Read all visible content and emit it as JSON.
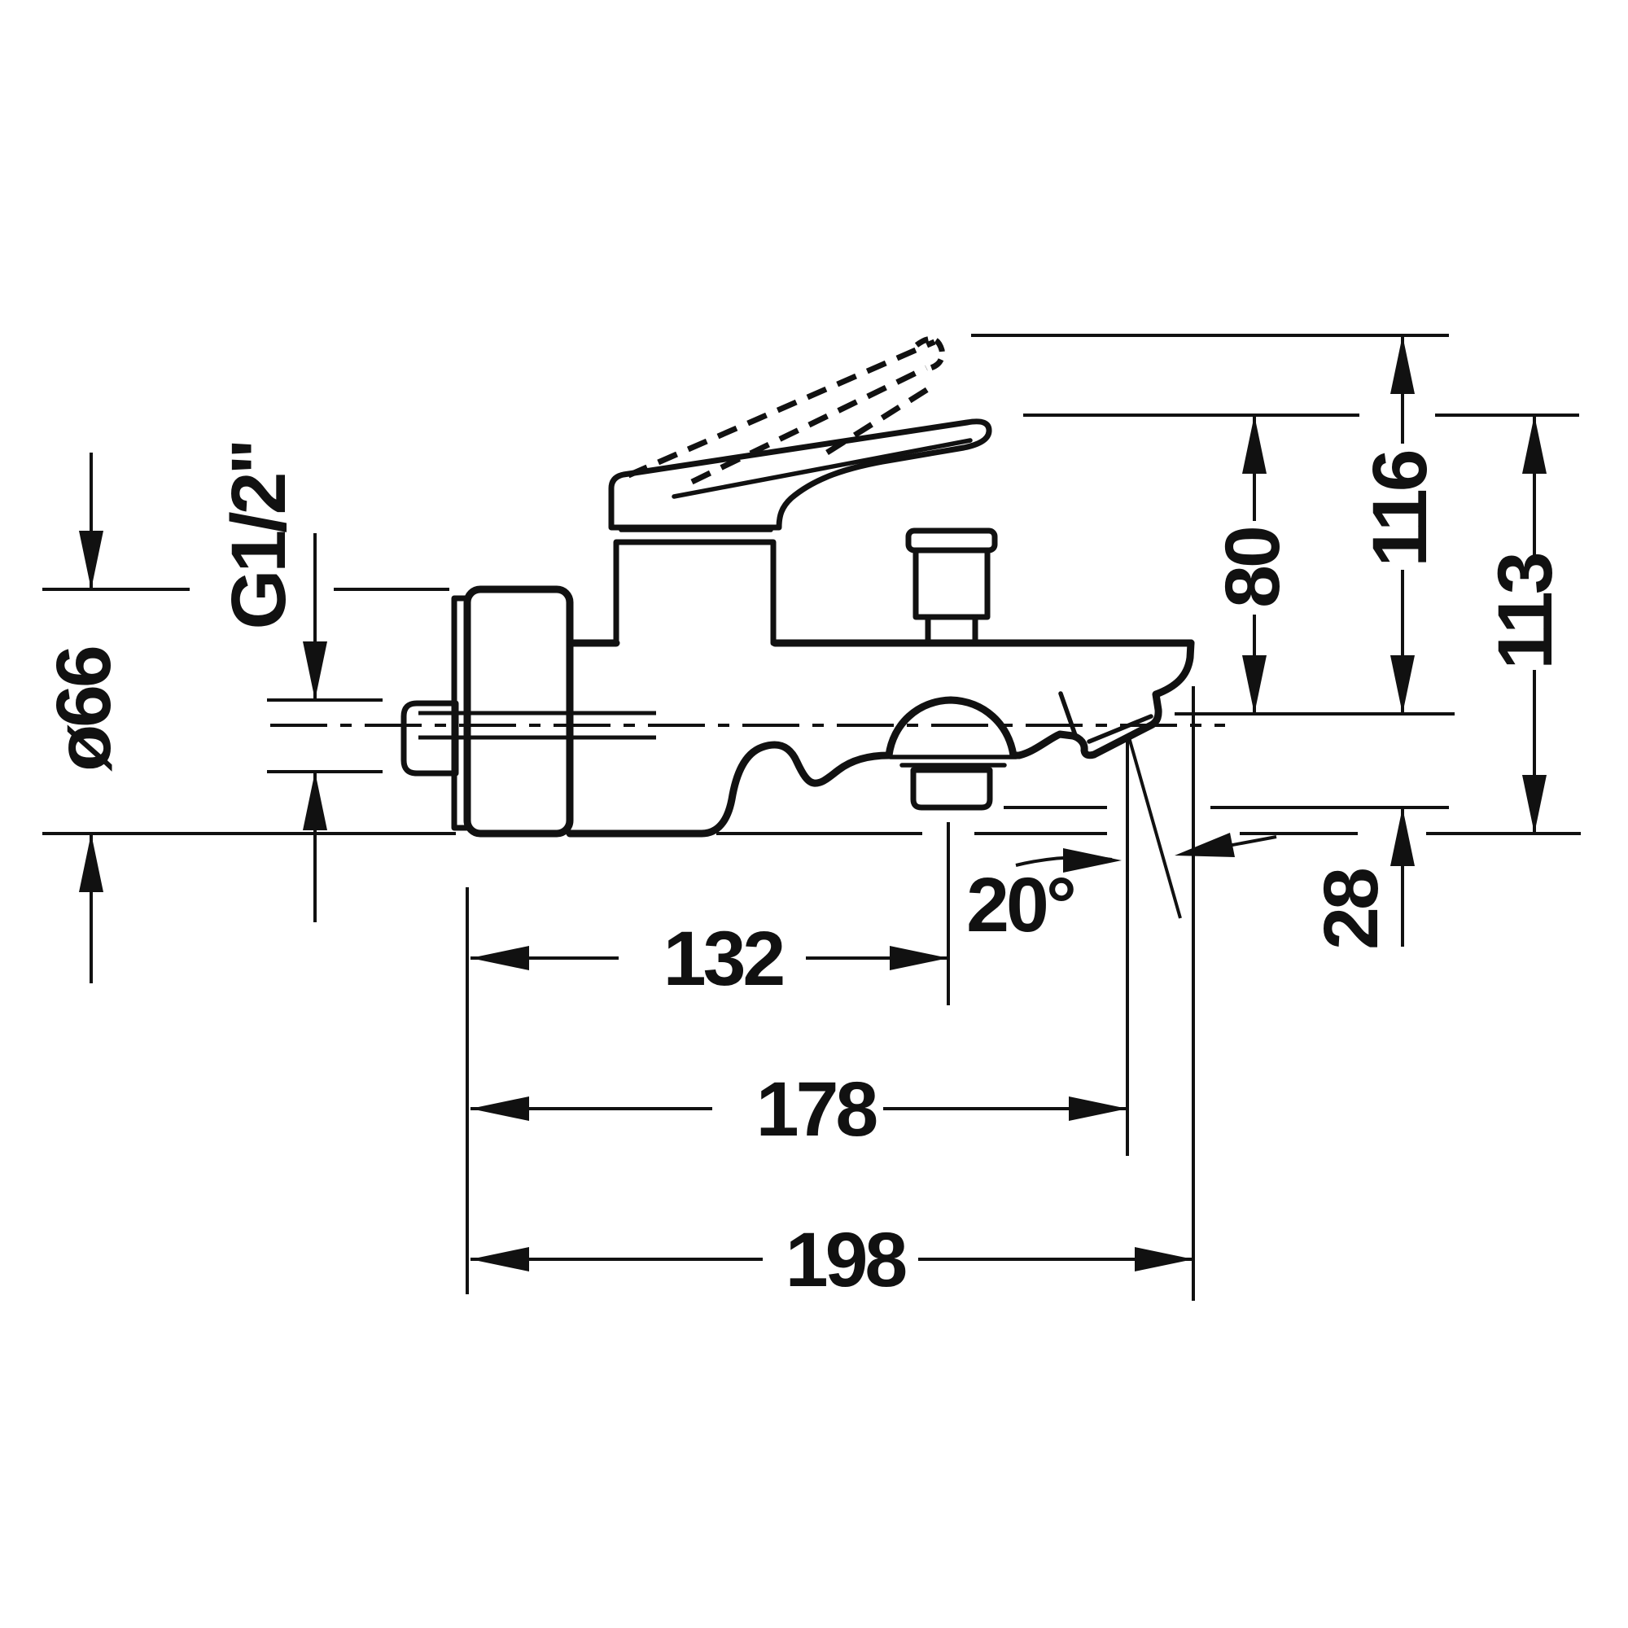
{
  "drawing": {
    "type": "dimensioned technical drawing",
    "subject": "wall-mounted single-lever bath mixer with diverter, side elevation",
    "units": "mm",
    "background_color": "#ffffff",
    "line_color": "#111111"
  },
  "labels": {
    "flange_diameter": "ø66",
    "thread_size": "G1/2\"",
    "height_outlet_to_handle": "80",
    "height_outlet_to_open_handle": "116",
    "height_handle_to_base": "113",
    "outlet_drop": "28",
    "depth_to_handshower_outlet": "132",
    "depth_to_spout_outlet": "178",
    "depth_total": "198",
    "spray_angle": "20°"
  }
}
